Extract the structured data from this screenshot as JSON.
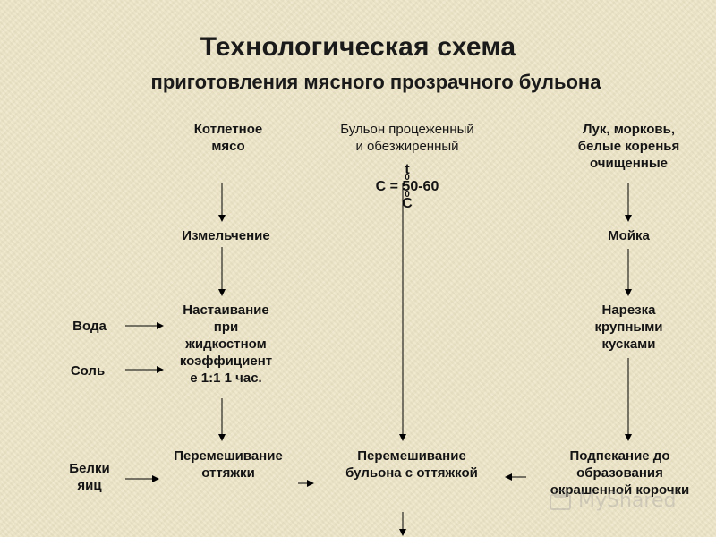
{
  "header": {
    "title": "Технологическая схема",
    "subtitle": "приготовления мясного прозрачного бульона"
  },
  "nodes": {
    "cutlet_meat": [
      "Котлетное",
      "мясо"
    ],
    "strained_broth": [
      "Бульон процеженный",
      "и обезжиренный"
    ],
    "temperature": {
      "prefix": "t",
      "sup1": "0",
      "middle": "C = 50-60",
      "sup2": "0",
      "suffix": "C"
    },
    "vegetables": [
      "Лук, морковь,",
      "белые коренья",
      "очищенные"
    ],
    "grinding": "Измельчение",
    "washing": "Мойка",
    "water": "Вода",
    "salt": "Соль",
    "infusing": [
      "Настаивание",
      "при",
      "жидкостном",
      "коэффициент",
      "е 1:1 1 час."
    ],
    "cutting": [
      "Нарезка",
      "крупными",
      "кусками"
    ],
    "egg_whites": [
      "Белки",
      "яиц"
    ],
    "mixing_stretch": [
      "Перемешивание",
      "оттяжки"
    ],
    "mixing_broth": [
      "Перемешивание",
      "бульона с оттяжкой"
    ],
    "baking": [
      "Подпекание до",
      "образования",
      "окрашенной корочки"
    ]
  },
  "watermark": {
    "text": "MyShared"
  },
  "colors": {
    "background": "#efe6c8",
    "text": "#141414",
    "arrow": "#000000"
  }
}
